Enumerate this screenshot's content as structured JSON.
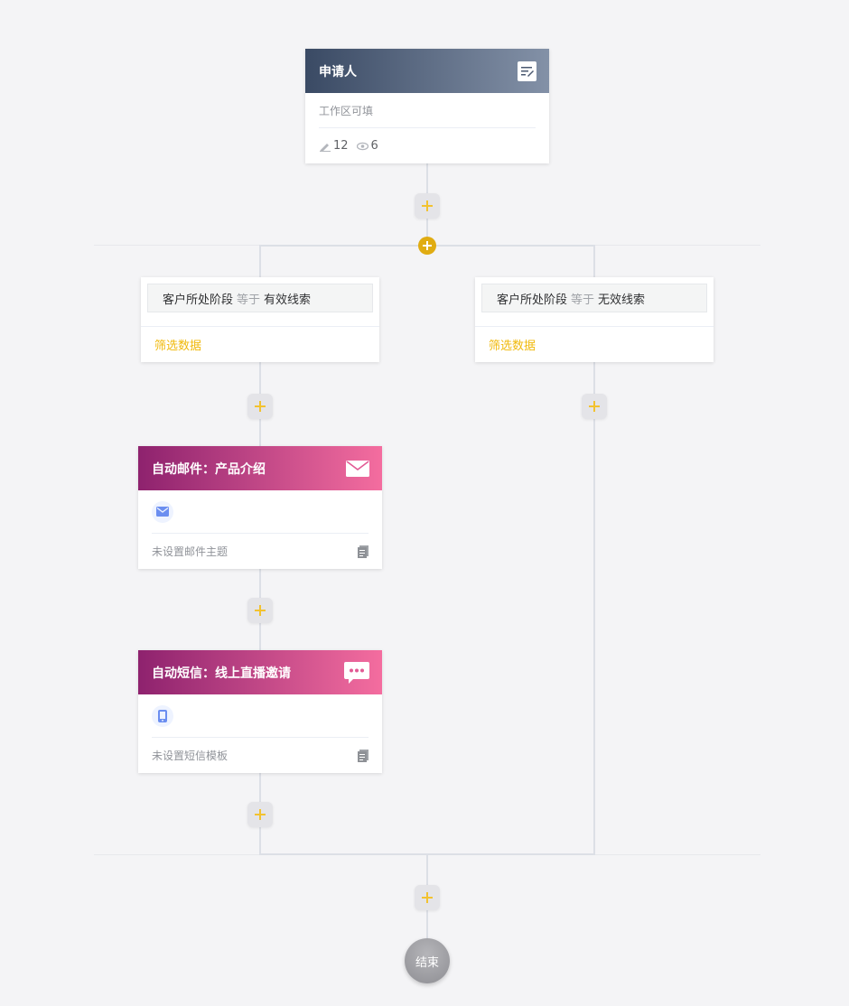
{
  "applicant": {
    "title": "申请人",
    "subtitle": "工作区可填",
    "edit_count": "12",
    "view_count": "6"
  },
  "branches": [
    {
      "field": "客户所处阶段",
      "operator": "等于",
      "value": "有效线索",
      "filter_link": "筛选数据"
    },
    {
      "field": "客户所处阶段",
      "operator": "等于",
      "value": "无效线索",
      "filter_link": "筛选数据"
    }
  ],
  "email_node": {
    "title": "自动邮件：产品介绍",
    "status": "未设置邮件主题"
  },
  "sms_node": {
    "title": "自动短信：线上直播邀请",
    "status": "未设置短信模板"
  },
  "end_node": {
    "label": "结束"
  },
  "colors": {
    "accent_yellow": "#f0b90b",
    "branch_add": "#e0ac12",
    "applicant_header_start": "#3a4a64",
    "applicant_header_end": "#8391a7",
    "action_header_start": "#8e226e",
    "action_header_end": "#f46d9f"
  }
}
